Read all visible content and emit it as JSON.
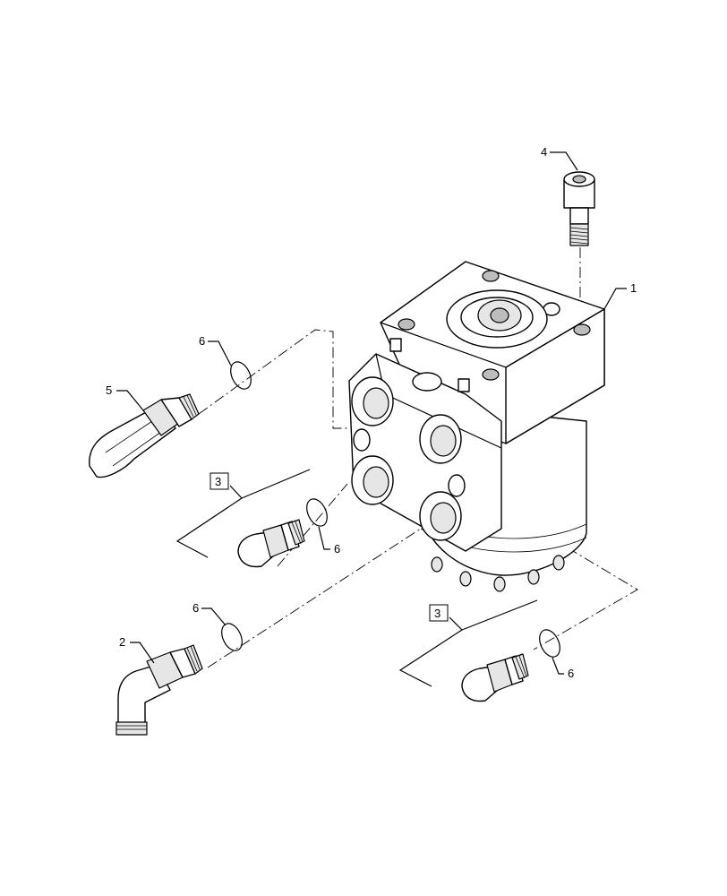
{
  "callouts": {
    "c1": "1",
    "c2": "2",
    "c3a": "3",
    "c3b": "3",
    "c4": "4",
    "c5": "5",
    "c6a": "6",
    "c6b": "6",
    "c6c": "6",
    "c6d": "6"
  }
}
